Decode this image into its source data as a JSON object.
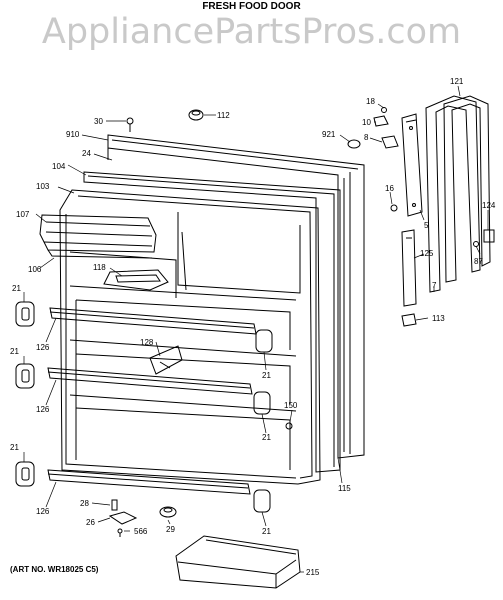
{
  "title": "FRESH FOOD DOOR",
  "watermark": "AppliancePartsPros.com",
  "art_no": "(ART NO. WR18025 C5)",
  "callouts": {
    "c30": "30",
    "c112": "112",
    "c910": "910",
    "c24": "24",
    "c104": "104",
    "c103": "103",
    "c107": "107",
    "c106": "106",
    "c118": "118",
    "c21a": "21",
    "c21b": "21",
    "c21c": "21",
    "c21d": "21",
    "c21e": "21",
    "c21f": "21",
    "c126a": "126",
    "c126b": "126",
    "c126c": "126",
    "c128": "128",
    "c150": "150",
    "c115": "115",
    "c28": "28",
    "c26": "26",
    "c566": "566",
    "c29": "29",
    "c215": "215",
    "c18": "18",
    "c10": "10",
    "c8": "8",
    "c921": "921",
    "c16": "16",
    "c5": "5",
    "c121": "121",
    "c124": "124",
    "c125": "125",
    "c87": "87",
    "c7": "7",
    "c113": "113"
  }
}
